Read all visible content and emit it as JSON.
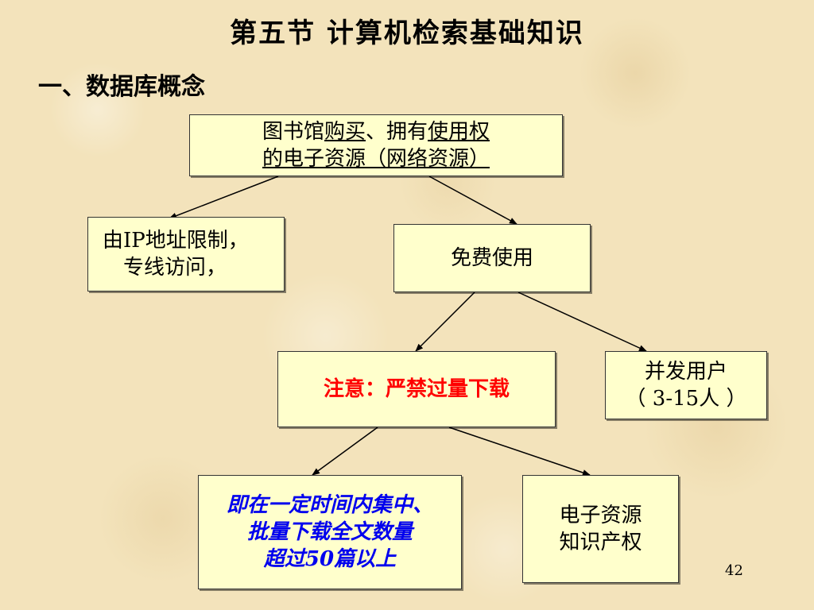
{
  "slide": {
    "title": "第五节  计算机检索基础知识",
    "section_heading": "一、数据库概念",
    "page_number": "42"
  },
  "nodes": {
    "root": {
      "line1_a": "图书馆",
      "line1_b": "购买",
      "line1_c": "、拥有",
      "line1_d": "使用权",
      "line2": "的电子资源（网络资源）"
    },
    "ip_limited": {
      "line1": "由IP地址限制，",
      "line2": "专线访问，"
    },
    "free_use": {
      "text": "免费使用"
    },
    "warning": {
      "text": "注意：严禁过量下载"
    },
    "concurrent_users": {
      "line1": "并发用户",
      "line2": "（ 3-15人 ）"
    },
    "bulk_download": {
      "line1": "即在一定时间内集中、",
      "line2": "批量下载全文数量",
      "line3": "超过50篇以上"
    },
    "ip_rights": {
      "line1": "电子资源",
      "line2": "知识产权"
    }
  },
  "colors": {
    "box_fill": "#ffffcc",
    "warning_text": "#ff0000",
    "emphasis_text": "#0000ee"
  }
}
